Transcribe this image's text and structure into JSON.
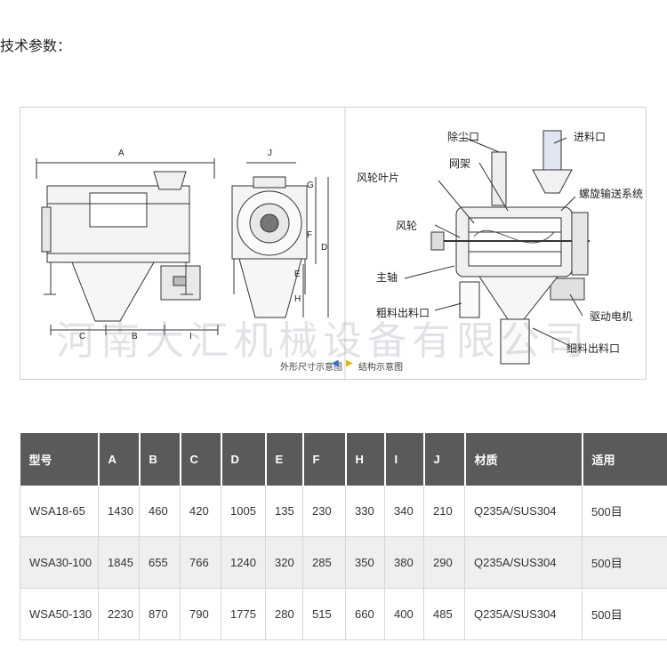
{
  "heading": "技术参数：",
  "drawing": {
    "dim_letters": [
      "A",
      "B",
      "C",
      "I",
      "J",
      "G",
      "F",
      "D",
      "E",
      "H"
    ],
    "callouts": {
      "dust_outlet": "除尘口",
      "inlet": "进料口",
      "mesh_frame": "网架",
      "impeller_blade": "风轮叶片",
      "screw_conveyor": "螺旋输送系统",
      "impeller": "风轮",
      "main_shaft": "主轴",
      "coarse_outlet": "粗料出料口",
      "drive_motor": "驱动电机",
      "fine_outlet": "细料出料口"
    },
    "caption_outline": "外形尺寸示意图",
    "caption_structure": "结构示意图",
    "watermark": "河南大汇机械设备有限公司"
  },
  "table": {
    "headers": [
      "型号",
      "A",
      "B",
      "C",
      "D",
      "E",
      "F",
      "H",
      "I",
      "J",
      "材质",
      "适用"
    ],
    "rows": [
      [
        "WSA18-65",
        "1430",
        "460",
        "420",
        "1005",
        "135",
        "230",
        "330",
        "340",
        "210",
        "Q235A/SUS304",
        "500目"
      ],
      [
        "WSA30-100",
        "1845",
        "655",
        "766",
        "1240",
        "320",
        "285",
        "350",
        "380",
        "290",
        "Q235A/SUS304",
        "500目"
      ],
      [
        "WSA50-130",
        "2230",
        "870",
        "790",
        "1775",
        "280",
        "515",
        "660",
        "400",
        "485",
        "Q235A/SUS304",
        "500目"
      ]
    ]
  },
  "colors": {
    "table_header_bg": "#5a5a5a",
    "table_alt_row_bg": "#efefef",
    "caption_arrow_left": "#2a6fd6",
    "caption_arrow_right": "#e8b400"
  }
}
